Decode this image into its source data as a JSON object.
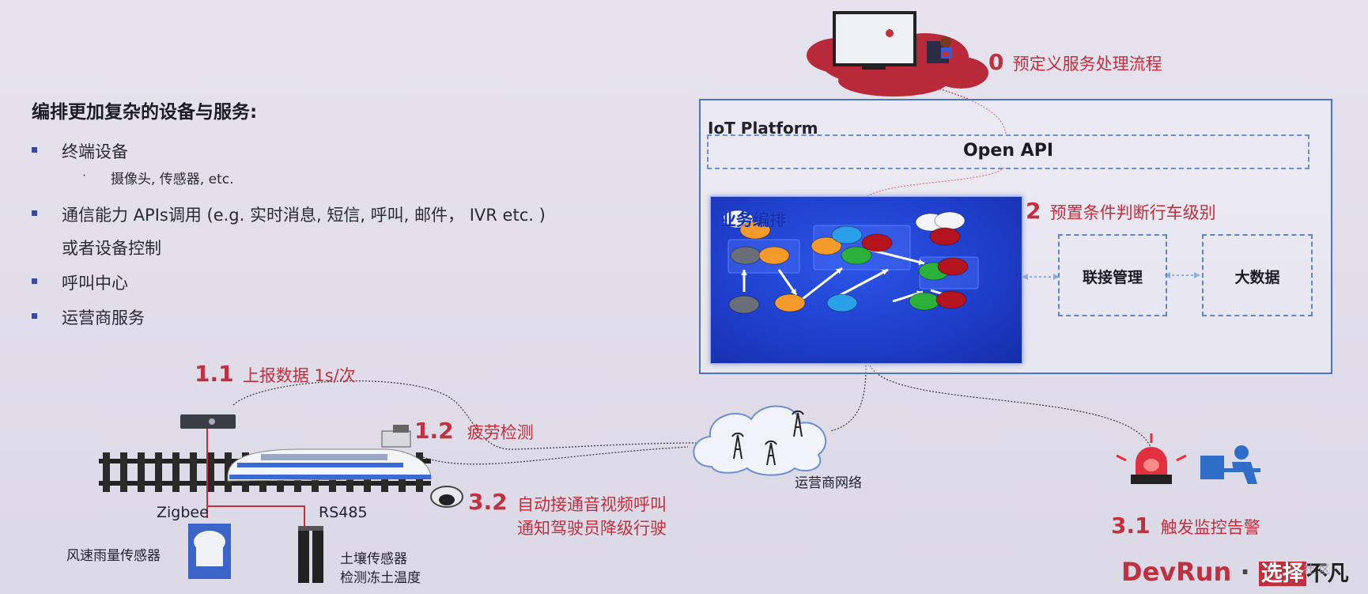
{
  "left_panel": {
    "title": "编排更加复杂的设备与服务:",
    "bullets": [
      {
        "text": "终端设备"
      },
      {
        "text": "通信能力 APIs调用 (e.g. 实时消息, 短信, 呼叫, 邮件，  IVR etc. )"
      },
      {
        "text": "或者设备控制"
      },
      {
        "text": "呼叫中心"
      },
      {
        "text": "运营商服务"
      }
    ],
    "sub_item": "摄像头, 传感器, etc."
  },
  "iot": {
    "label": "IoT Platform",
    "open_api": "Open API",
    "orchestration_label": "业务编排",
    "connection_mgmt": "联接管理",
    "big_data": "大数据"
  },
  "steps": {
    "s0": {
      "num": "0",
      "text": "预定义服务处理流程"
    },
    "s2": {
      "num": "2",
      "text": "预置条件判断行车级别"
    },
    "s11": {
      "num": "1.1",
      "text": "上报数据 1s/次"
    },
    "s12": {
      "num": "1.2",
      "text": "疲劳检测"
    },
    "s32": {
      "num": "3.2",
      "line1": "自动接通音视频呼叫",
      "line2": "通知驾驶员降级行驶"
    },
    "s31": {
      "num": "3.1",
      "text": "触发监控告警"
    }
  },
  "labels": {
    "carrier_network": "运营商网络",
    "zigbee": "Zigbee",
    "rs485": "RS485",
    "wind_rain_sensor": "风速雨量传感器",
    "soil_sensor_line1": "土壤传感器",
    "soil_sensor_line2": "检测冻土温度"
  },
  "logo": {
    "main": "DevRun",
    "sep": " · ",
    "boxed": "选择",
    "tail": "不凡",
    "watermark": "社区"
  },
  "colors": {
    "step_red": "#c0303e",
    "frame_blue": "#4a74c4",
    "orchestration_blue": "#1f3fcc",
    "cloud_red": "#b8293a"
  },
  "orchestration_nodes": [
    "white",
    "orange",
    "gray",
    "orange",
    "gray",
    "orange",
    "orange",
    "blue",
    "red",
    "green",
    "blue",
    "white",
    "white",
    "red",
    "green",
    "red",
    "green",
    "red"
  ]
}
